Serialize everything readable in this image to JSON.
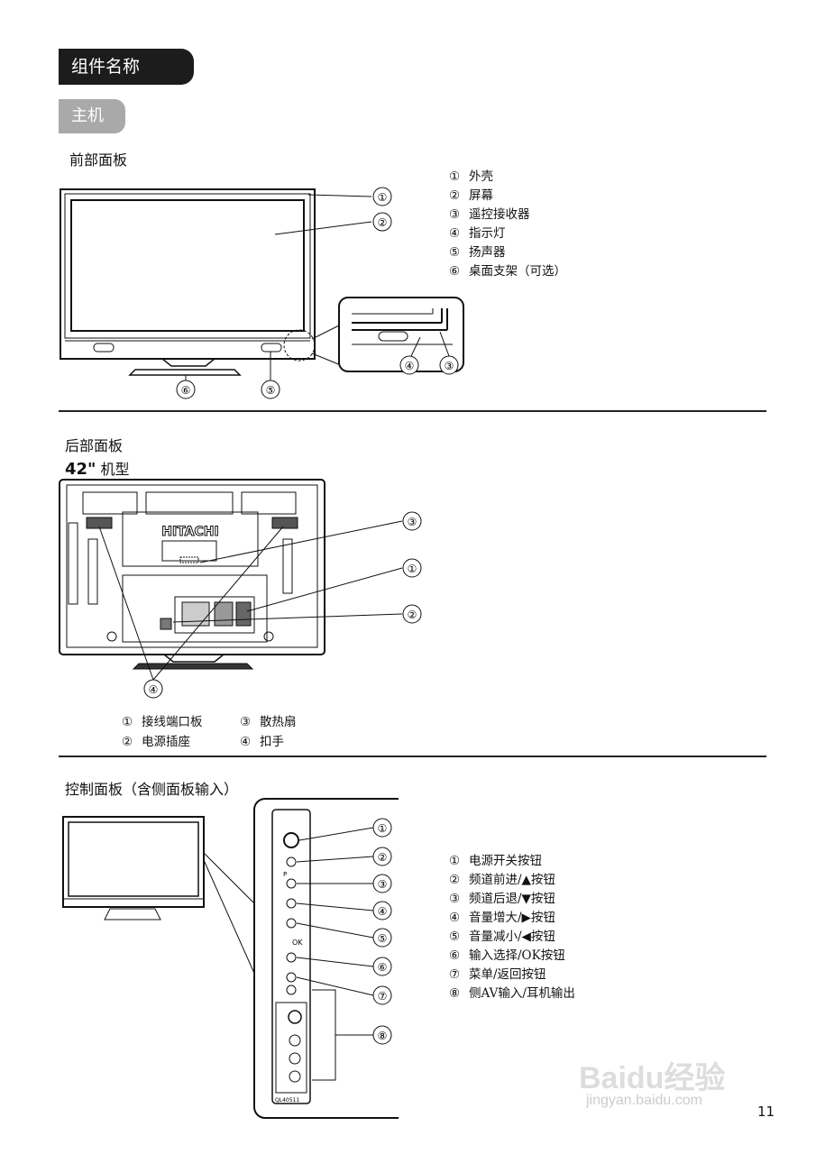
{
  "section_title": "组件名称",
  "subsection_title": "主机",
  "front": {
    "heading": "前部面板",
    "legend": [
      {
        "num": "①",
        "label": "外壳"
      },
      {
        "num": "②",
        "label": "屏幕"
      },
      {
        "num": "③",
        "label": "遥控接收器"
      },
      {
        "num": "④",
        "label": "指示灯"
      },
      {
        "num": "⑤",
        "label": "扬声器"
      },
      {
        "num": "⑥",
        "label": "桌面支架（可选）"
      }
    ],
    "callouts": [
      "①",
      "②",
      "⑥",
      "⑤",
      "④",
      "③"
    ]
  },
  "rear": {
    "heading": "后部面板",
    "model_size": "42\"",
    "model_suffix": "机型",
    "brand": "HITACHI",
    "callouts": [
      "③",
      "①",
      "②",
      "④"
    ],
    "legend": [
      {
        "num": "①",
        "label": "接线端口板"
      },
      {
        "num": "③",
        "label": "散热扇"
      },
      {
        "num": "②",
        "label": "电源插座"
      },
      {
        "num": "④",
        "label": "扣手"
      }
    ]
  },
  "control": {
    "heading": "控制面板（含侧面板输入）",
    "panel_labels": {
      "p": "P",
      "ok": "OK",
      "code": "QL40511"
    },
    "callouts": [
      "①",
      "②",
      "③",
      "④",
      "⑤",
      "⑥",
      "⑦",
      "⑧"
    ],
    "legend": [
      {
        "num": "①",
        "label": "电源开关按钮"
      },
      {
        "num": "②",
        "label": "频道前进/▲按钮"
      },
      {
        "num": "③",
        "label": "频道后退/▼按钮"
      },
      {
        "num": "④",
        "label": "音量增大/▶按钮"
      },
      {
        "num": "⑤",
        "label": "音量减小/◀按钮"
      },
      {
        "num": "⑥",
        "label": "输入选择/OK按钮"
      },
      {
        "num": "⑦",
        "label": "菜单/返回按钮"
      },
      {
        "num": "⑧",
        "label": "侧AV输入/耳机输出"
      }
    ]
  },
  "watermark": {
    "brand": "Baidu经验",
    "url": "jingyan.baidu.com"
  },
  "page_number": "11"
}
